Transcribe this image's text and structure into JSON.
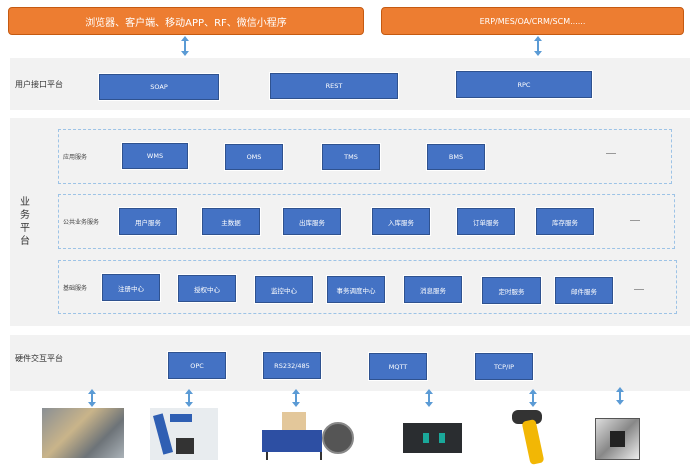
{
  "clients": {
    "left": "浏览器、客户端、移动APP、RF、微信小程序",
    "right": "ERP/MES/OA/CRM/SCM......"
  },
  "user_interface": {
    "label": "用户接口平台",
    "items": [
      "SOAP",
      "REST",
      "RPC"
    ]
  },
  "business": {
    "label": "业务平台",
    "rows": [
      {
        "label": "应用服务",
        "items": [
          "WMS",
          "OMS",
          "TMS",
          "BMS"
        ],
        "more": "—"
      },
      {
        "label": "公共业务服务",
        "items": [
          "用户服务",
          "主数据",
          "出库服务",
          "入库服务",
          "订单服务",
          "库存服务"
        ],
        "more": "—"
      },
      {
        "label": "基础服务",
        "items": [
          "注册中心",
          "授权中心",
          "监控中心",
          "事务调度中心",
          "消息服务",
          "定时服务",
          "邮件服务"
        ],
        "more": "—"
      }
    ]
  },
  "hardware": {
    "label": "硬件交互平台",
    "items": [
      "OPC",
      "RS232/485",
      "MQTT",
      "TCP/IP"
    ]
  },
  "devices": [
    "production-line-image",
    "robot-arm-image",
    "strapping-machine-image",
    "plc-controller-image",
    "barcode-scanner-image",
    "rfid-tag-image"
  ],
  "colors": {
    "orange": "#ed7d31",
    "blue": "#4472c4",
    "panel": "#f2f2f2",
    "arrow": "#5b9bd5"
  }
}
